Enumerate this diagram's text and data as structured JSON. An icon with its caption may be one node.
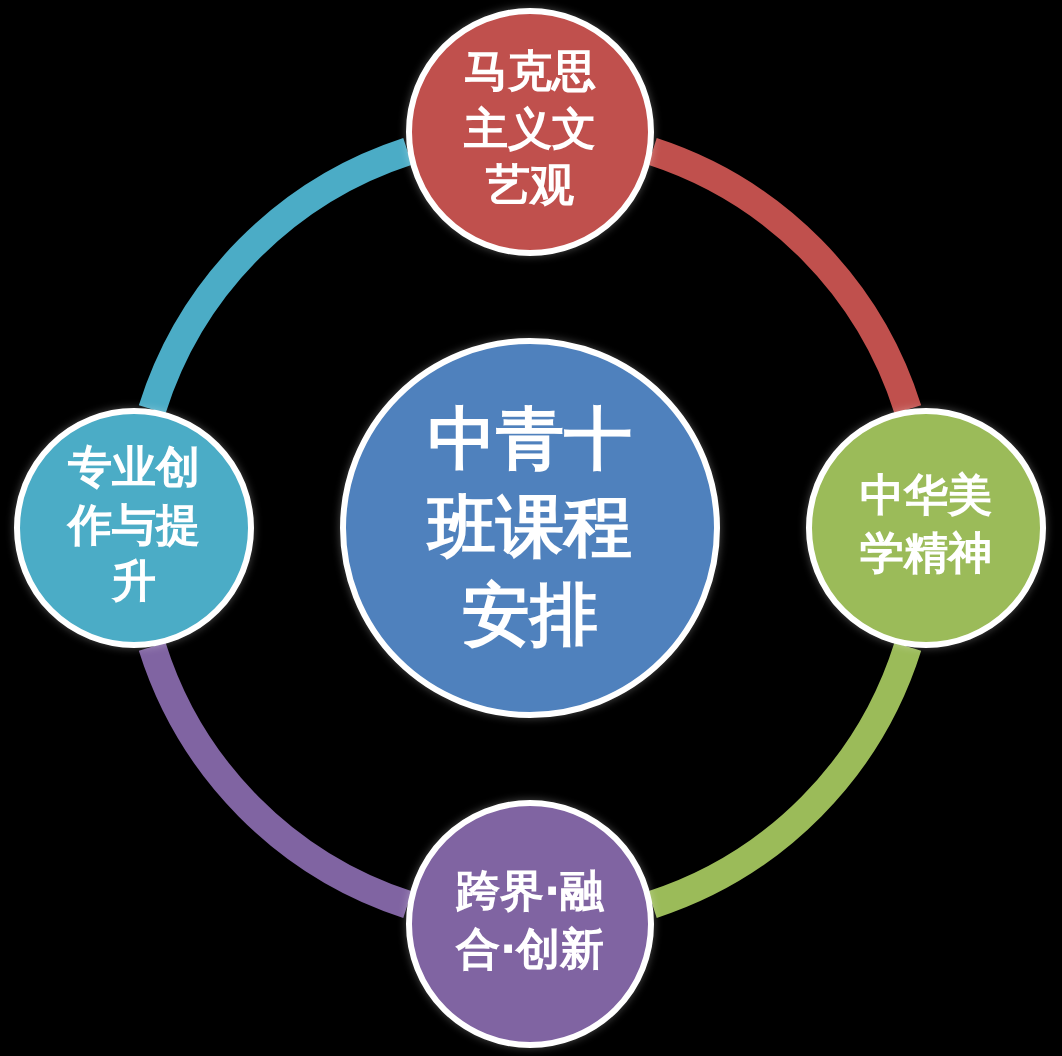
{
  "diagram": {
    "nodes": [
      {
        "text": [
          "中青十班课程安排"
        ]
      },
      {
        "text": [
          "马克思主义文艺观"
        ]
      },
      {
        "text": [
          "中华美学精神"
        ]
      },
      {
        "text": [
          "跨界·融合·创新"
        ]
      },
      {
        "text": [
          "专业创作与提升"
        ]
      }
    ],
    "edges": [
      {
        "from": 1,
        "to": 2,
        "arrow": "none",
        "color": "#c0504d"
      },
      {
        "from": 2,
        "to": 3,
        "arrow": "none",
        "color": "#9bbb59"
      },
      {
        "from": 3,
        "to": 4,
        "arrow": "none",
        "color": "#8064a2"
      },
      {
        "from": 4,
        "to": 1,
        "arrow": "none",
        "color": "#4bacc6"
      }
    ]
  }
}
